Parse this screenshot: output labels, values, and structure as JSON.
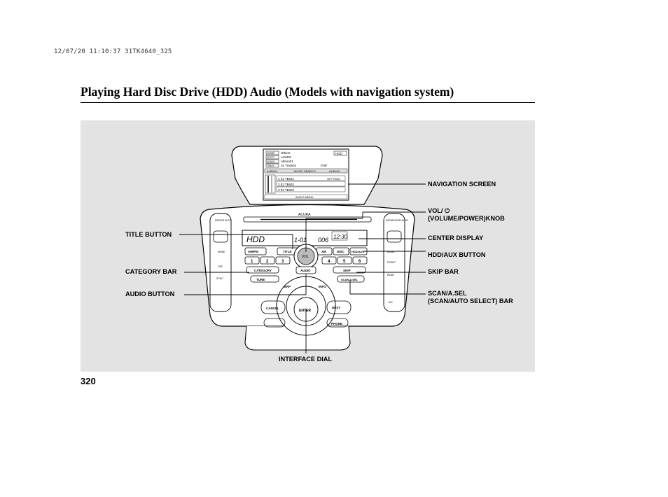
{
  "header": {
    "stamp": "12/07/20 11:10:37 31TK4640_325",
    "title": "Playing Hard Disc Drive (HDD) Audio (Models with navigation system)"
  },
  "figure": {
    "labels": {
      "navigation_screen": "NAVIGATION SCREEN",
      "vol_line1": "VOL/",
      "vol_line2": "(VOLUME/POWER)KNOB",
      "center_display": "CENTER DISPLAY",
      "hdd_aux_button": "HDD/AUX BUTTON",
      "skip_bar": "SKIP BAR",
      "scan_line1": "SCAN/A.SEL",
      "scan_line2": "(SCAN/AUTO SELECT) BAR",
      "title_button": "TITLE BUTTON",
      "category_bar": "CATEGORY BAR",
      "audio_button": "AUDIO BUTTON",
      "interface_dial": "INTERFACE DIAL"
    },
    "screen": {
      "rows": [
        {
          "tag": "GENRE",
          "text": "Others"
        },
        {
          "tag": "ARTIST",
          "text": "Artist01"
        },
        {
          "tag": "ALBUM",
          "text": "Album01"
        },
        {
          "tag": "TRACK",
          "text": "01 Track01",
          "time": "0'06\""
        }
      ],
      "badge": "HDD",
      "nav_left": "ALBUM−",
      "nav_center": "MUSIC SEARCH",
      "nav_right": "ALBUM+",
      "list": [
        "1  01 TBs01",
        "2  02 TBs02",
        "3  03 TBs03"
      ],
      "list_right": "OFFTENG",
      "footer": "AUDIO MENU"
    },
    "unit": {
      "brand": "ACURA",
      "display_left": "HDD",
      "display_mid": "1-01",
      "display_right": "006",
      "clock": "12:30",
      "knob": "VOL",
      "buttons_top": [
        "AM/FM",
        "TITLE",
        "XM",
        "DISC",
        "HDD/AUX"
      ],
      "presets": [
        "1",
        "2",
        "3",
        "4",
        "5",
        "6"
      ],
      "category": "CATEGORY",
      "tune": "TUNE",
      "skip": "SKIP",
      "scan": "SCAN A.SEL",
      "audio": "AUDIO",
      "map": "MAP",
      "info": "INFO",
      "cancel": "CANCEL",
      "enter": "ENTER",
      "dest": "DEST",
      "phone": "PHONE",
      "left_controls": [
        "DRIVER AUTO",
        "MODE",
        "OFF",
        "SYNC"
      ],
      "right_controls": [
        "PASSENGER AUTO",
        "MODE",
        "FRONT",
        "REAR",
        "A/C"
      ]
    }
  },
  "page_number": "320"
}
